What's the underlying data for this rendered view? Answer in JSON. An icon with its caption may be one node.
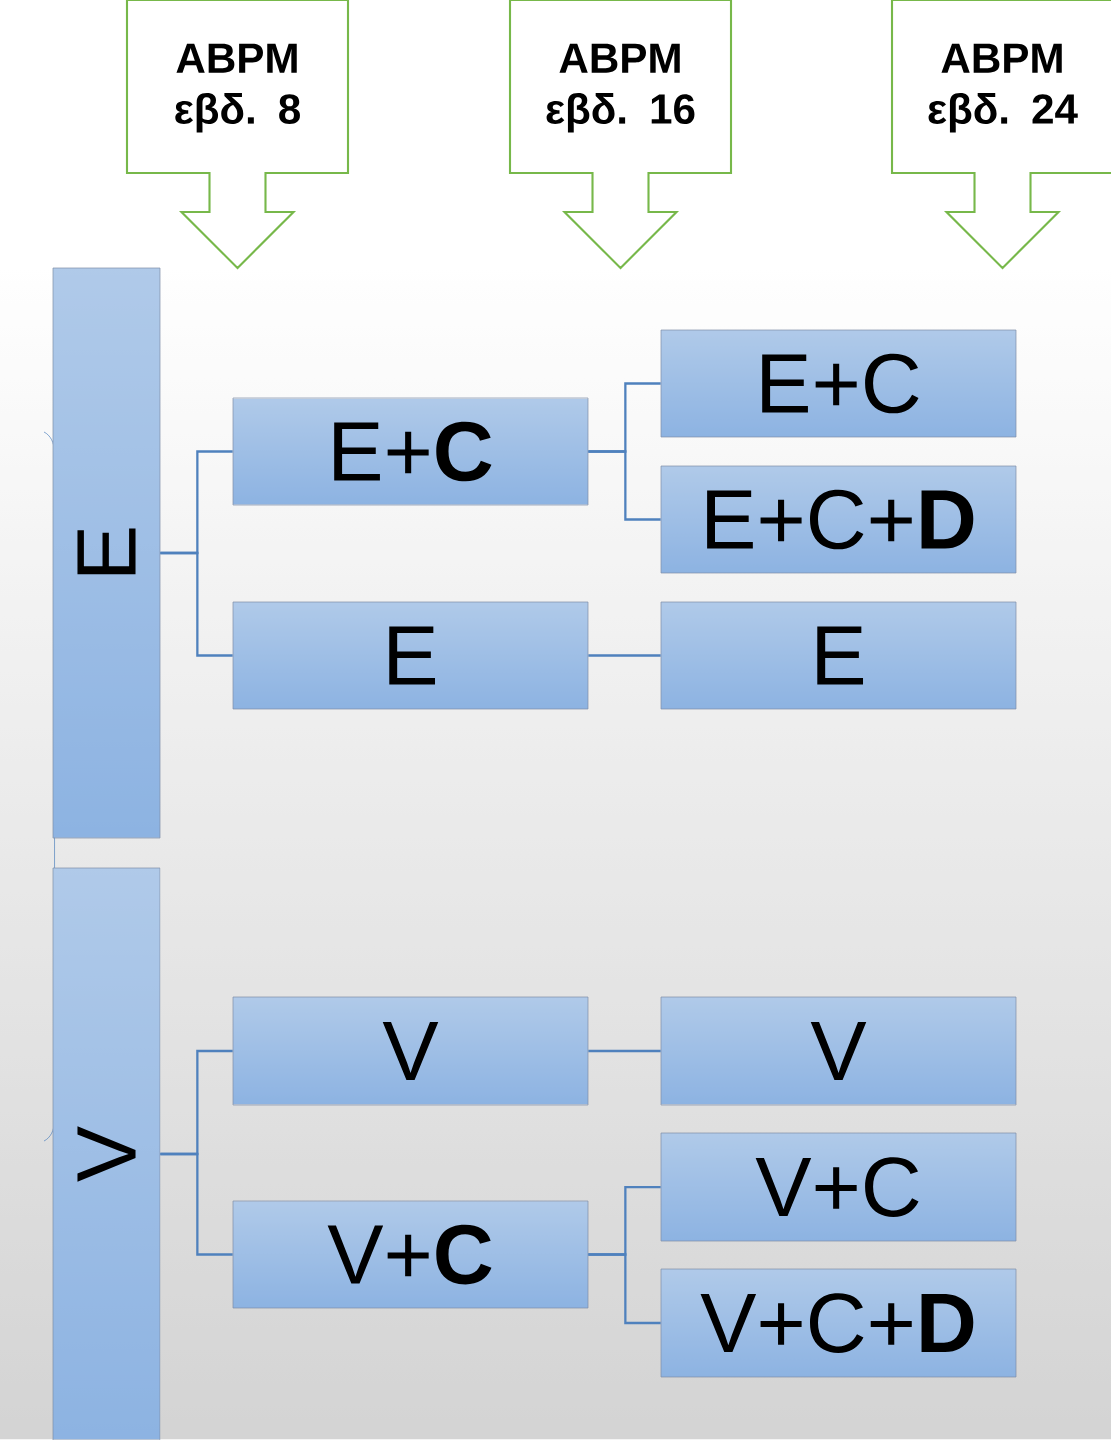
{
  "diagram": {
    "nodes": [
      {
        "text": [
          "ABPM εβδ. 8"
        ]
      },
      {
        "text": [
          "ABPM εβδ. 16"
        ]
      },
      {
        "text": [
          "ABPM εβδ. 24"
        ]
      },
      {
        "text": [
          "E"
        ]
      },
      {
        "text": [
          "E+**C**"
        ]
      },
      {
        "text": [
          "E"
        ]
      },
      {
        "text": [
          "E+C"
        ]
      },
      {
        "text": [
          "E+C+**D**"
        ]
      },
      {
        "text": [
          "E"
        ]
      },
      {
        "text": [
          "V"
        ]
      },
      {
        "text": [
          "V"
        ]
      },
      {
        "text": [
          "V+**C**"
        ]
      },
      {
        "text": [
          "V"
        ]
      },
      {
        "text": [
          "V+C"
        ]
      },
      {
        "text": [
          "V+C+**D**"
        ]
      }
    ],
    "edges": [
      {
        "from": 3,
        "to": 4,
        "arrow": "none"
      },
      {
        "from": 3,
        "to": 5,
        "arrow": "none"
      },
      {
        "from": 4,
        "to": 6,
        "arrow": "none"
      },
      {
        "from": 4,
        "to": 7,
        "arrow": "none"
      },
      {
        "from": 5,
        "to": 8,
        "arrow": "none"
      },
      {
        "from": 9,
        "to": 10,
        "arrow": "none"
      },
      {
        "from": 9,
        "to": 11,
        "arrow": "none"
      },
      {
        "from": 10,
        "to": 12,
        "arrow": "none"
      },
      {
        "from": 11,
        "to": 13,
        "arrow": "none"
      },
      {
        "from": 11,
        "to": 14,
        "arrow": "none"
      }
    ]
  }
}
